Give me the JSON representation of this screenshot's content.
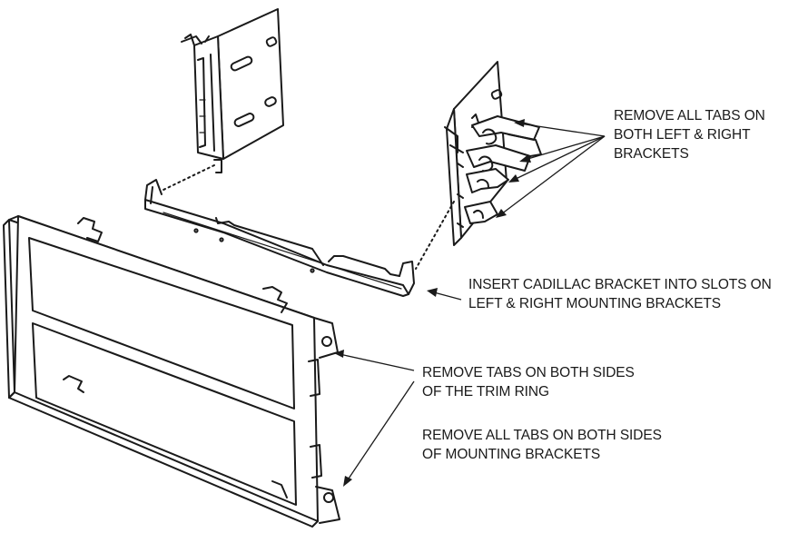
{
  "callouts": {
    "remove_all_tabs_brackets": [
      "REMOVE ALL TABS ON",
      "BOTH LEFT & RIGHT",
      "BRACKETS"
    ],
    "insert_cadillac_bracket": [
      "INSERT CADILLAC BRACKET INTO SLOTS ON",
      "LEFT & RIGHT MOUNTING BRACKETS"
    ],
    "remove_tabs_trim_ring": [
      "REMOVE TABS ON BOTH SIDES",
      "OF THE TRIM RING"
    ],
    "remove_all_tabs_mounting": [
      "REMOVE ALL TABS ON BOTH SIDES",
      "OF MOUNTING BRACKETS"
    ]
  },
  "parts": [
    "left-mounting-bracket",
    "right-mounting-bracket",
    "cadillac-bracket",
    "trim-ring"
  ],
  "colors": {
    "line": "#1a1a1a",
    "background": "#ffffff"
  }
}
